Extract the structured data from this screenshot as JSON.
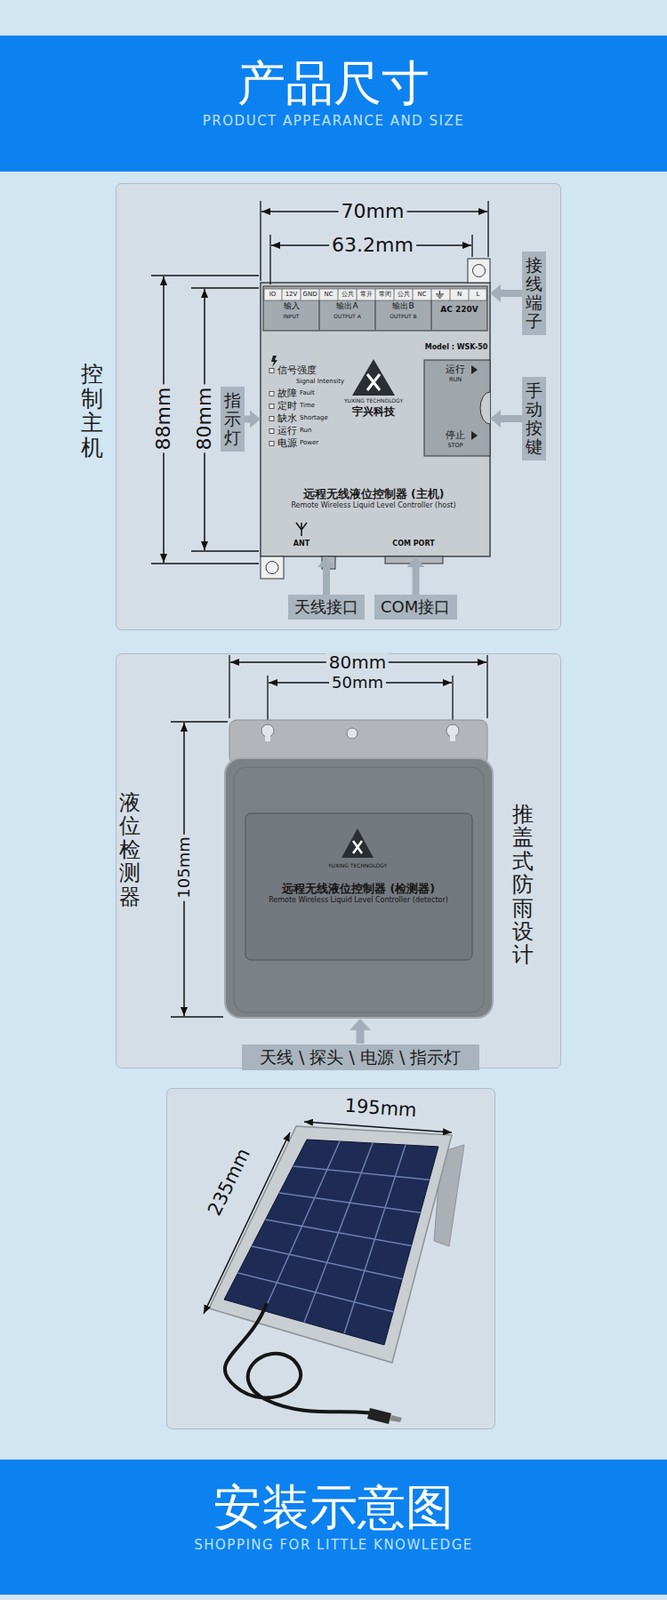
{
  "diagram": {
    "nodes": [
      {
        "text": [
          "产品尺寸",
          "PRODUCT APPEARANCE AND SIZE"
        ]
      },
      {
        "text": [
          "控制主机"
        ]
      },
      {
        "text": [
          "远程无线液位控制器 (主机)",
          "Remote Wireless Liquid Level Controller (host)"
        ],
        "in": 1
      },
      {
        "text": [
          "指示灯"
        ],
        "in": 1
      },
      {
        "text": [
          "接线端子"
        ],
        "in": 1
      },
      {
        "text": [
          "手动按键"
        ],
        "in": 1
      },
      {
        "text": [
          "天线接口"
        ],
        "in": 1
      },
      {
        "text": [
          "COM接口"
        ],
        "in": 1
      },
      {
        "text": [
          "液位检测器",
          "推盖式防雨设计"
        ]
      },
      {
        "text": [
          "远程无线液位控制器 (检测器)",
          "Remote Wireless Liquid Level Controller (detector)"
        ],
        "in": 8
      },
      {
        "text": [
          "天线 \\ 探头 \\ 电源 \\ 指示灯"
        ],
        "in": 8
      },
      {
        "text": [
          "安装示意图",
          "SHOPPING FOR LITTLE KNOWLEDGE"
        ]
      }
    ],
    "edges": [
      {
        "from": 3,
        "to": 2,
        "arrow": "to"
      },
      {
        "from": 4,
        "to": 2,
        "arrow": "to"
      },
      {
        "from": 5,
        "to": 2,
        "arrow": "to"
      },
      {
        "from": 6,
        "to": 2,
        "arrow": "to"
      },
      {
        "from": 7,
        "to": 2,
        "arrow": "to"
      }
    ],
    "labels": [
      "70mm",
      "63.2mm",
      "88mm",
      "80mm",
      "IO",
      "12V",
      "GND",
      "NC",
      "公共",
      "常开",
      "常闭",
      "公共",
      "NC",
      "N",
      "L",
      "输入",
      "INPUT",
      "输出A",
      "OUTPUT A",
      "输出B",
      "OUTPUT B",
      "AC 220V",
      "Model : WSK-50",
      "信号强度",
      "Signal Intensity",
      "故障",
      "Fault",
      "定时",
      "Time",
      "缺水",
      "Shortage",
      "运行",
      "Run",
      "电源",
      "Power",
      "YUXING TECHNOLOGY",
      "宇兴科技",
      "运行",
      "RUN",
      "停止",
      "STOP",
      "ANT",
      "COM PORT",
      "80mm",
      "50mm",
      "105mm",
      "YUXING TECHNOLOGY",
      "195mm",
      "235mm"
    ]
  }
}
